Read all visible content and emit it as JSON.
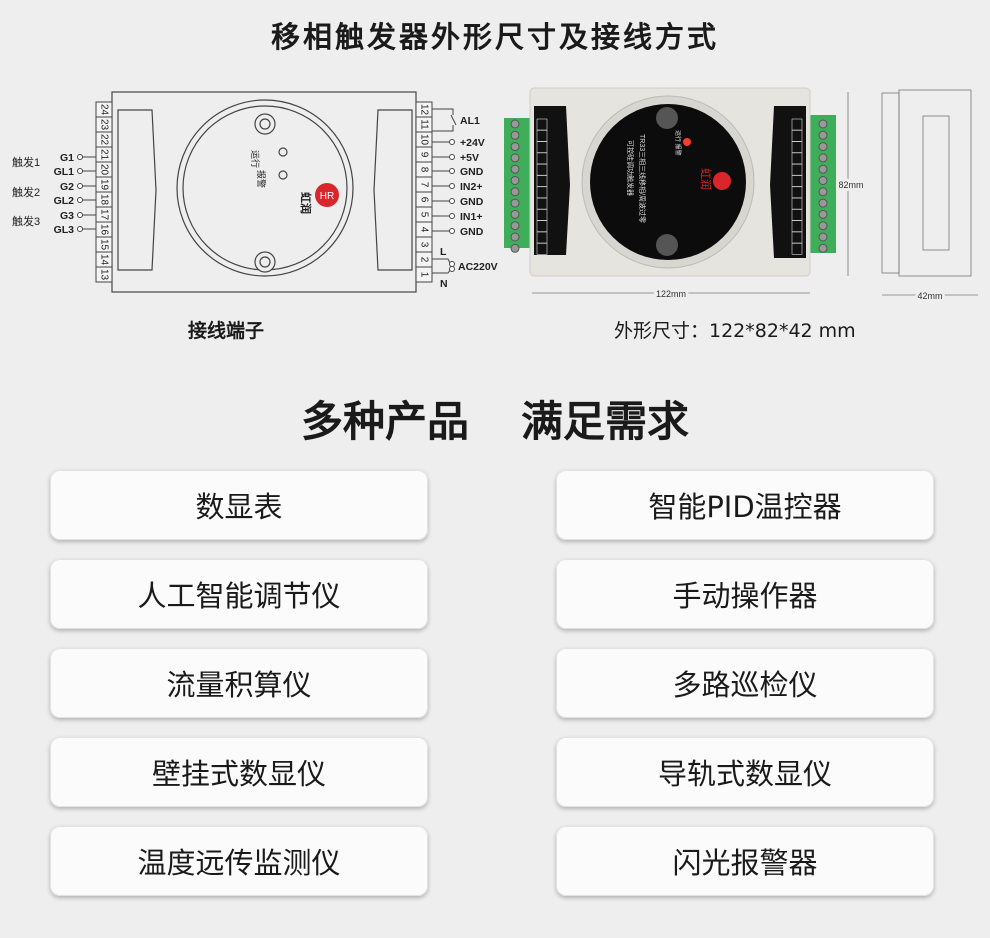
{
  "title": "移相触发器外形尺寸及接线方式",
  "wiring": {
    "left_terminals": [
      "24",
      "23",
      "22",
      "21",
      "20",
      "19",
      "18",
      "17",
      "16",
      "15",
      "14",
      "13"
    ],
    "right_terminals": [
      "12",
      "11",
      "10",
      "9",
      "8",
      "7",
      "6",
      "5",
      "4",
      "3",
      "2",
      "1"
    ],
    "trigger_groups": [
      "触发1",
      "触发2",
      "触发3"
    ],
    "left_signals": [
      "G1",
      "GL1",
      "G2",
      "GL2",
      "G3",
      "GL3"
    ],
    "right_signals": [
      "AL1",
      "+24V",
      "+5V",
      "GND",
      "IN2+",
      "GND",
      "IN1+",
      "GND"
    ],
    "power": {
      "l": "L",
      "label": "AC220V",
      "n": "N"
    },
    "led_labels": [
      "运行",
      "报警"
    ],
    "brand": "虹润",
    "logo": "HR"
  },
  "photo": {
    "model_line1": "TR33三相三线移相/周波过零",
    "model_line2": "可控硅调功触发器",
    "led_labels": "运行 报警",
    "brand": "虹润"
  },
  "dimensions": {
    "width": "122mm",
    "height": "82mm",
    "depth": "42mm"
  },
  "captions": {
    "terminals": "接线端子",
    "size": "外形尺寸：122*82*42 mm"
  },
  "heading": {
    "left": "多种产品",
    "right": "满足需求"
  },
  "products": {
    "left": [
      "数显表",
      "人工智能调节仪",
      "流量积算仪",
      "壁挂式数显仪",
      "温度远传监测仪"
    ],
    "right": [
      "智能PID温控器",
      "手动操作器",
      "多路巡检仪",
      "导轨式数显仪",
      "闪光报警器"
    ]
  },
  "colors": {
    "background": "#efeeee",
    "terminal_green": "#3fae5a",
    "logo_red": "#d9262a",
    "led_red": "#ff3b2a"
  }
}
